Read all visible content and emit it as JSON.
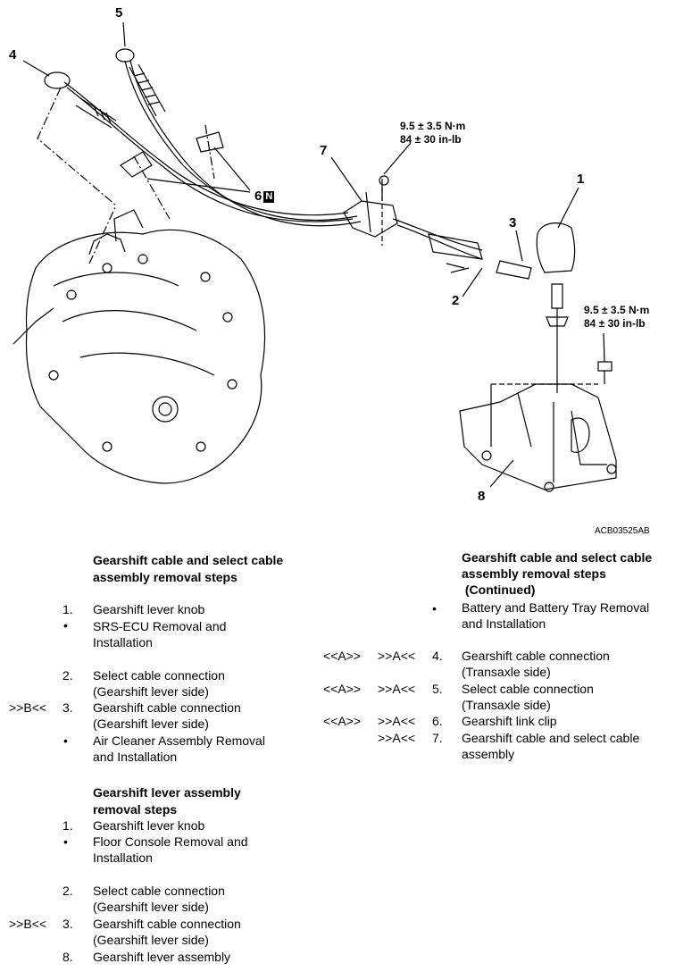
{
  "figure": {
    "callouts": [
      "1",
      "2",
      "3",
      "4",
      "5",
      "6",
      "7",
      "8"
    ],
    "callout6_badge": "N",
    "torque_top": [
      "9.5 ± 3.5 N·m",
      "84 ± 30 in-lb"
    ],
    "torque_right": [
      "9.5 ± 3.5 N·m",
      "84 ± 30 in-lb"
    ],
    "figure_id": "ACB03525AB"
  },
  "left_column": {
    "heading1": [
      "Gearshift cable and select cable",
      "assembly removal steps"
    ],
    "steps1": [
      {
        "mark": "",
        "num": "1.",
        "lines": [
          "Gearshift lever knob"
        ]
      },
      {
        "mark": "",
        "num": "•",
        "lines": [
          "SRS-ECU Removal and",
          "Installation"
        ]
      },
      {
        "mark": "",
        "num": "2.",
        "lines": [
          "Select cable connection",
          "(Gearshift lever side)"
        ]
      },
      {
        "mark": ">>B<<",
        "num": "3.",
        "lines": [
          "Gearshift cable connection",
          "(Gearshift lever side)"
        ]
      },
      {
        "mark": "",
        "num": "•",
        "lines": [
          "Air Cleaner Assembly Removal",
          "and Installation"
        ]
      }
    ],
    "heading2": [
      "Gearshift lever assembly",
      "removal steps"
    ],
    "steps2": [
      {
        "mark": "",
        "num": "1.",
        "lines": [
          "Gearshift lever knob"
        ]
      },
      {
        "mark": "",
        "num": "•",
        "lines": [
          "Floor Console Removal and",
          "Installation"
        ]
      },
      {
        "mark": "",
        "num": "2.",
        "lines": [
          "Select cable connection",
          "(Gearshift lever side)"
        ]
      },
      {
        "mark": ">>B<<",
        "num": "3.",
        "lines": [
          "Gearshift cable connection",
          "(Gearshift lever side)"
        ]
      },
      {
        "mark": "",
        "num": "8.",
        "lines": [
          "Gearshift lever assembly"
        ]
      }
    ]
  },
  "right_column": {
    "heading": [
      "Gearshift cable and select cable",
      "assembly removal steps",
      " (Continued)"
    ],
    "steps": [
      {
        "mark1": "",
        "mark2": "",
        "num": "•",
        "lines": [
          "Battery and Battery Tray Removal",
          "and Installation"
        ]
      },
      {
        "mark1": "<<A>>",
        "mark2": ">>A<<",
        "num": "4.",
        "lines": [
          "Gearshift cable connection",
          "(Transaxle side)"
        ]
      },
      {
        "mark1": "<<A>>",
        "mark2": ">>A<<",
        "num": "5.",
        "lines": [
          "Select cable connection",
          "(Transaxle side)"
        ]
      },
      {
        "mark1": "<<A>>",
        "mark2": ">>A<<",
        "num": "6.",
        "lines": [
          "Gearshift link clip"
        ]
      },
      {
        "mark1": "",
        "mark2": ">>A<<",
        "num": "7.",
        "lines": [
          "Gearshift cable and select cable",
          "assembly"
        ]
      }
    ]
  }
}
